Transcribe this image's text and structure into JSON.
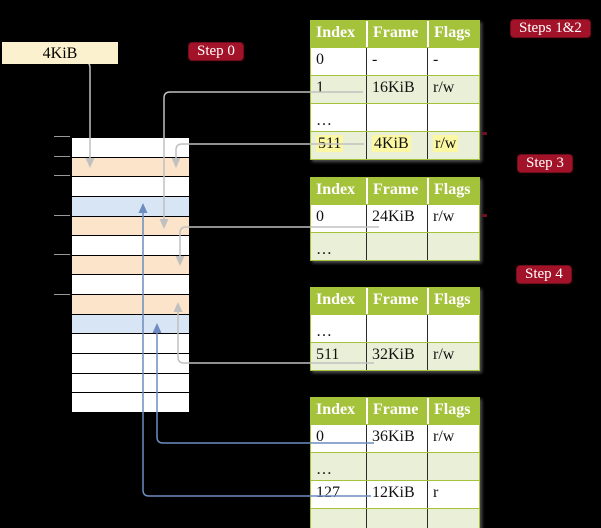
{
  "colors": {
    "background": "#000000",
    "table_header_bg": "#a5c23b",
    "table_border": "#a5c23b",
    "table_row_shade": "#eaefd7",
    "highlight": "#fcf7a3",
    "badge_bg": "#a21329",
    "badge_border": "#6e0d1c",
    "frame_label_bg": "#fcf1ce",
    "mem_white": "#ffffff",
    "mem_orange": "#fbe4c9",
    "mem_blue": "#d8e5f4",
    "arrow_gray": "#c0c0c0",
    "arrow_blue": "#6d8cbf",
    "tick": "#999999",
    "crop_mark": "#6f0e1e"
  },
  "frame_size_label": "4KiB",
  "badges": {
    "step0": "Step 0",
    "steps12": "Steps 1&2",
    "step3": "Step 3",
    "step4": "Step 4"
  },
  "memory": {
    "rows": [
      "white",
      "orange",
      "white",
      "blue",
      "orange",
      "white",
      "orange",
      "white",
      "orange",
      "blue",
      "white",
      "white",
      "white",
      "white"
    ]
  },
  "tables": [
    {
      "id": "table-steps12",
      "headers": [
        "Index",
        "Frame",
        "Flags"
      ],
      "rows": [
        {
          "cells": [
            "0",
            "-",
            "-"
          ],
          "shaded": false,
          "highlighted": false
        },
        {
          "cells": [
            "1",
            "16KiB",
            "r/w"
          ],
          "shaded": true,
          "highlighted": false
        },
        {
          "cells": [
            "…",
            "",
            ""
          ],
          "shaded": false,
          "highlighted": false
        },
        {
          "cells": [
            "511",
            "4KiB",
            "r/w"
          ],
          "shaded": true,
          "highlighted": true
        }
      ]
    },
    {
      "id": "table-step3",
      "headers": [
        "Index",
        "Frame",
        "Flags"
      ],
      "rows": [
        {
          "cells": [
            "0",
            "24KiB",
            "r/w"
          ],
          "shaded": false,
          "highlighted": false
        },
        {
          "cells": [
            "…",
            "",
            ""
          ],
          "shaded": true,
          "highlighted": false
        }
      ]
    },
    {
      "id": "table-step4a",
      "headers": [
        "Index",
        "Frame",
        "Flags"
      ],
      "rows": [
        {
          "cells": [
            "…",
            "",
            ""
          ],
          "shaded": false,
          "highlighted": false
        },
        {
          "cells": [
            "511",
            "32KiB",
            "r/w"
          ],
          "shaded": true,
          "highlighted": false
        }
      ]
    },
    {
      "id": "table-step4b",
      "headers": [
        "Index",
        "Frame",
        "Flags"
      ],
      "rows": [
        {
          "cells": [
            "0",
            "36KiB",
            "r/w"
          ],
          "shaded": false,
          "highlighted": false
        },
        {
          "cells": [
            "…",
            "",
            ""
          ],
          "shaded": true,
          "highlighted": false
        },
        {
          "cells": [
            "127",
            "12KiB",
            "r"
          ],
          "shaded": false,
          "highlighted": false
        },
        {
          "cells": [
            "…",
            "",
            ""
          ],
          "shaded": true,
          "highlighted": false
        }
      ]
    }
  ]
}
